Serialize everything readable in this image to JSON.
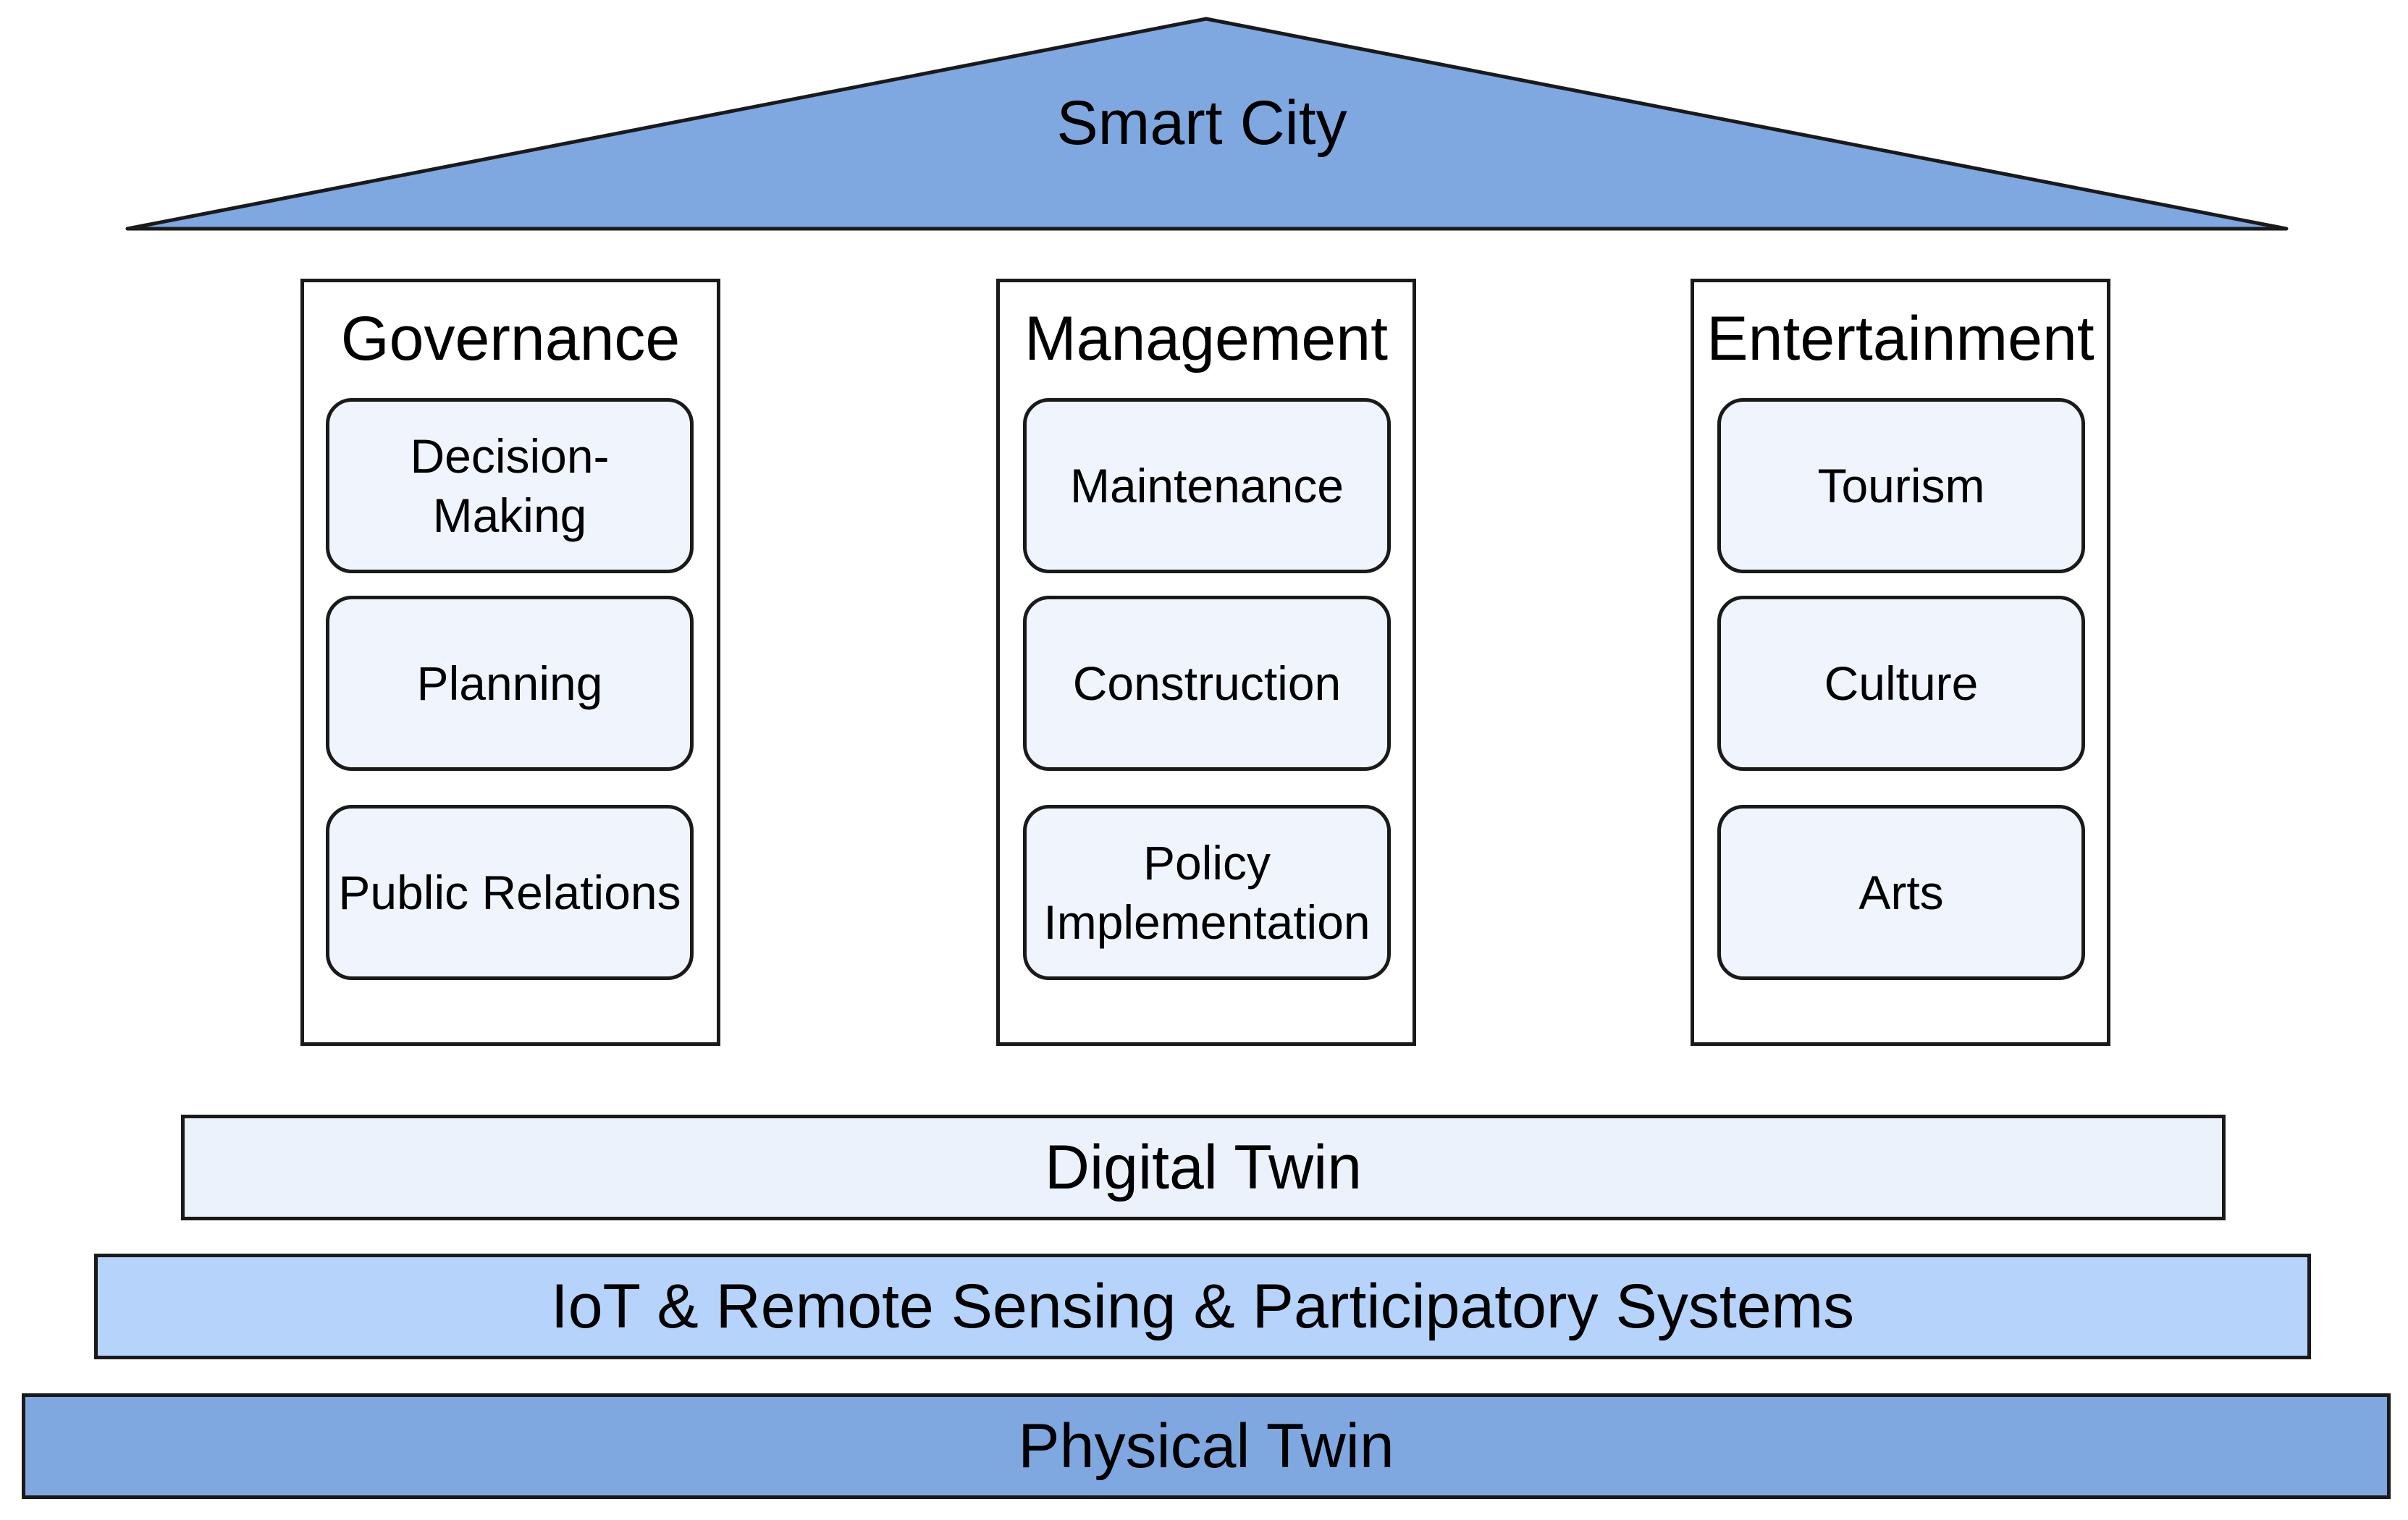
{
  "diagram": {
    "top": "Smart City",
    "pillars": [
      {
        "title": "Governance",
        "items": [
          "Decision-\nMaking",
          "Planning",
          "Public Relations"
        ]
      },
      {
        "title": "Management",
        "items": [
          "Maintenance",
          "Construction",
          "Policy\nImplementation"
        ]
      },
      {
        "title": "Entertainment",
        "items": [
          "Tourism",
          "Culture",
          "Arts"
        ]
      }
    ],
    "layers": [
      "Digital Twin",
      "IoT & Remote Sensing & Participatory Systems",
      "Physical Twin"
    ]
  },
  "colors": {
    "roof": "#7fa7e0",
    "digital_twin": "#ecf2fc",
    "iot": "#b6d3fb",
    "physical_twin": "#7fa7e0",
    "item": "#f0f4fc",
    "stroke": "#1a1a1a"
  }
}
